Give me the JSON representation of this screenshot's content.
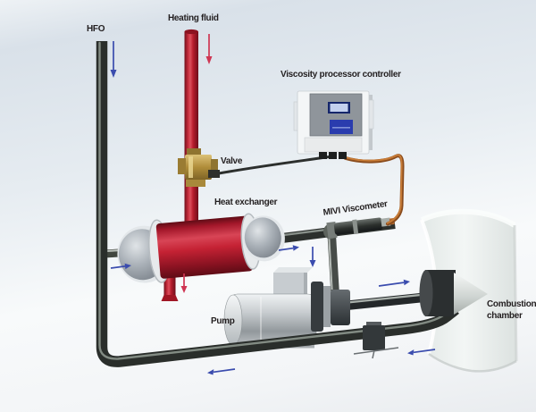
{
  "labels": {
    "hfo": "HFO",
    "heating_fluid": "Heating fluid",
    "viscosity_controller": "Viscosity processor controller",
    "valve": "Valve",
    "heat_exchanger": "Heat exchanger",
    "mivi_viscometer": "MIVI Viscometer",
    "pump": "Pump",
    "combustion_chamber_line1": "Combustion",
    "combustion_chamber_line2": "chamber"
  },
  "colors": {
    "arrow-blue": "#3a4cae",
    "arrow-red": "#cf3552",
    "label-text": "#231f20",
    "pipe-dark": "#2a2e2b",
    "pipe-highlight": "#99a29a",
    "red-pipe": "#c22534",
    "hx-red": "#c52234",
    "brass": "#b3913f",
    "copper": "#b06a2c",
    "steel": "#bfc4c8",
    "chamber-wall": "#e9eeec"
  },
  "arrows": [
    {
      "name": "hfo-flow-down-arrow",
      "direction": "down",
      "color": "blue"
    },
    {
      "name": "heating-fluid-flow-down-arrow",
      "direction": "down",
      "color": "red"
    },
    {
      "name": "hx-inlet-flow-right-arrow",
      "direction": "right",
      "color": "blue"
    },
    {
      "name": "hx-drain-flow-down-arrow",
      "direction": "down",
      "color": "red"
    },
    {
      "name": "hx-outlet-flow-right-arrow",
      "direction": "right",
      "color": "blue"
    },
    {
      "name": "pump-feed-flow-down-arrow",
      "direction": "down",
      "color": "blue"
    },
    {
      "name": "burner-feed-flow-right-arrow",
      "direction": "right",
      "color": "blue"
    },
    {
      "name": "return-flow-left-arrow",
      "direction": "left",
      "color": "blue"
    },
    {
      "name": "bottom-return-flow-left-arrow",
      "direction": "left",
      "color": "blue"
    }
  ]
}
